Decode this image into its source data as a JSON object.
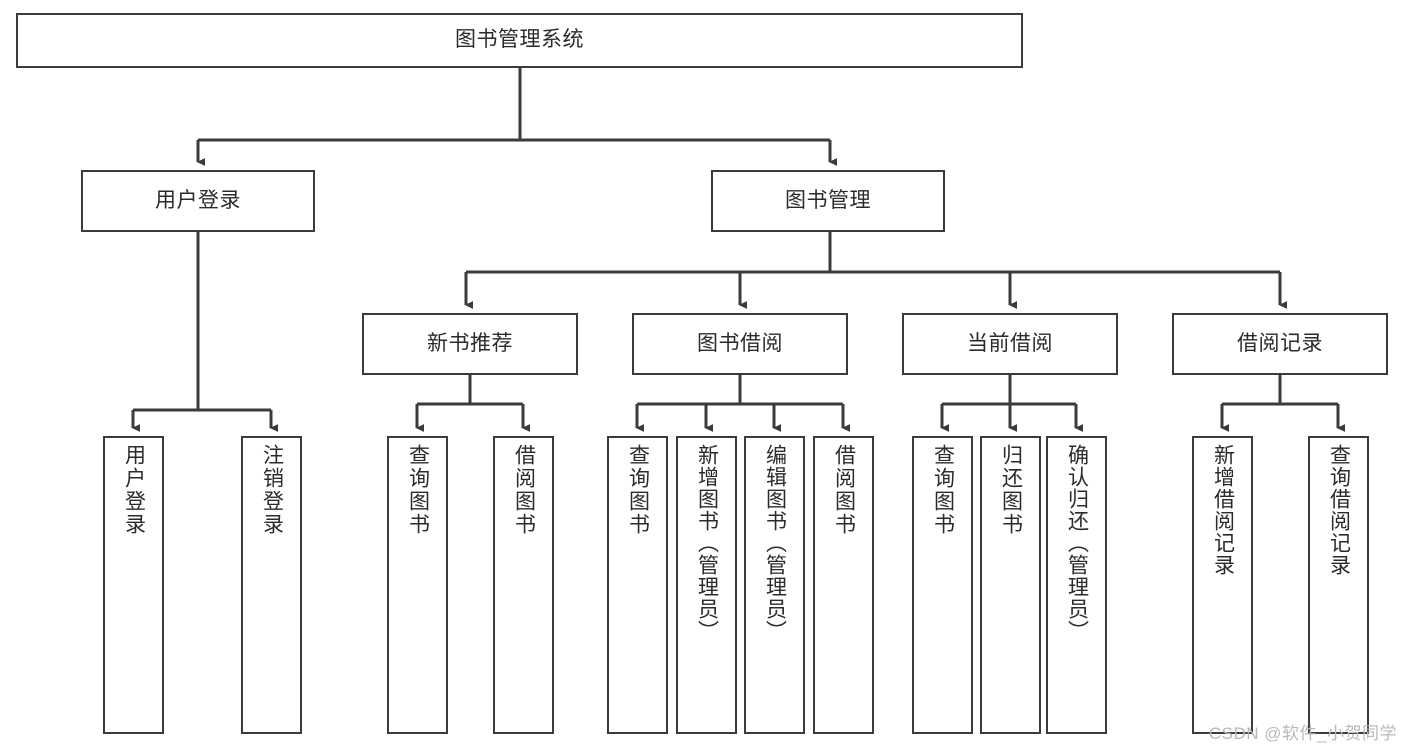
{
  "diagram": {
    "title": "图书管理系统",
    "type": "functional-structure-tree",
    "colors": {
      "box_border": "#3b3b3b",
      "box_fill": "#ffffff",
      "edge": "#3b3b3b",
      "text": "#2b2b2b",
      "watermark": "#b9b9b9",
      "background": "#ffffff"
    },
    "watermark": "CSDN @软件_小贺同学",
    "root": {
      "label": "图书管理系统"
    },
    "level1": [
      {
        "label": "用户登录"
      },
      {
        "label": "图书管理"
      }
    ],
    "level2": [
      {
        "label": "新书推荐"
      },
      {
        "label": "图书借阅"
      },
      {
        "label": "当前借阅"
      },
      {
        "label": "借阅记录"
      }
    ],
    "leaves": {
      "user_login": [
        {
          "label": "用户登录"
        },
        {
          "label": "注销登录"
        }
      ],
      "new_book_recommend": [
        {
          "label": "查询图书"
        },
        {
          "label": "借阅图书"
        }
      ],
      "book_borrow": [
        {
          "label": "查询图书"
        },
        {
          "label": "新增图书（管理员）"
        },
        {
          "label": "编辑图书（管理员）"
        },
        {
          "label": "借阅图书"
        }
      ],
      "current_borrow": [
        {
          "label": "查询图书"
        },
        {
          "label": "归还图书"
        },
        {
          "label": "确认归还（管理员）"
        }
      ],
      "borrow_record": [
        {
          "label": "新增借阅记录"
        },
        {
          "label": "查询借阅记录"
        }
      ]
    }
  }
}
